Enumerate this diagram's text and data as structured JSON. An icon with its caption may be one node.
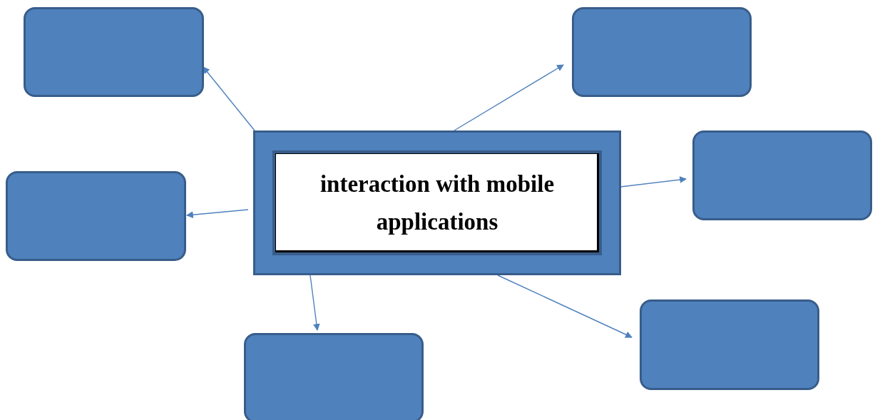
{
  "diagram": {
    "nodes": [
      {
        "text": [
          "interaction with mobile applications"
        ]
      },
      {
        "text": [],
        "shape": "box"
      },
      {
        "text": [],
        "shape": "box"
      },
      {
        "text": [],
        "shape": "box"
      },
      {
        "text": [],
        "shape": "box"
      },
      {
        "text": [],
        "shape": "box"
      },
      {
        "text": [],
        "shape": "box"
      }
    ],
    "edges": [
      {
        "from": 0,
        "to": 1,
        "arrow": "to"
      },
      {
        "from": 0,
        "to": 2,
        "arrow": "to"
      },
      {
        "from": 0,
        "to": 3,
        "arrow": "to"
      },
      {
        "from": 0,
        "to": 4,
        "arrow": "to"
      },
      {
        "from": 0,
        "to": 5,
        "arrow": "to"
      },
      {
        "from": 0,
        "to": 6,
        "arrow": "to"
      }
    ]
  }
}
